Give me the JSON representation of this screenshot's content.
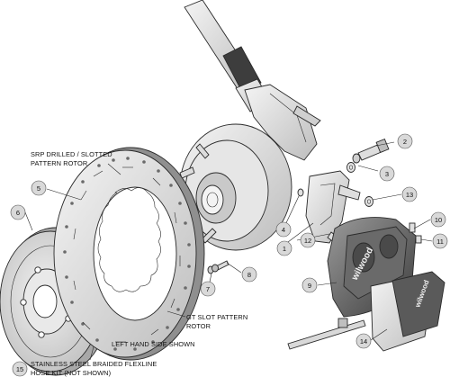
{
  "diagram": {
    "labels": {
      "srp_rotor": [
        "SRP DRILLED / SLOTTED",
        "PATTERN ROTOR"
      ],
      "gt_rotor": [
        "GT SLOT PATTERN",
        "ROTOR"
      ],
      "left_side": "LEFT HAND SIDE SHOWN",
      "hose_kit": [
        "STAINLESS STEEL BRAIDED FLEXLINE",
        "HOSE KIT (NOT SHOWN)"
      ],
      "caliper_logo": "wilwood",
      "pad_logo": "wilwood"
    },
    "callouts": [
      "1",
      "2",
      "3",
      "4",
      "5",
      "6",
      "7",
      "8",
      "9",
      "10",
      "11",
      "12",
      "13",
      "14",
      "15"
    ]
  }
}
